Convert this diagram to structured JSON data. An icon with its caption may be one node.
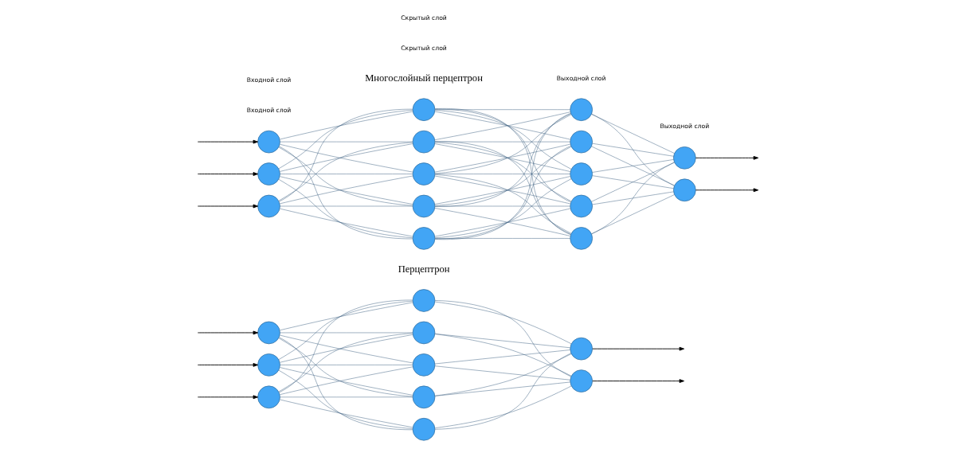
{
  "diagram": {
    "nodes": [
      {
        "text": [],
        "shape": "circle"
      },
      {
        "text": [],
        "shape": "circle"
      },
      {
        "text": [],
        "shape": "circle"
      },
      {
        "text": [],
        "shape": "circle"
      },
      {
        "text": [],
        "shape": "circle"
      },
      {
        "text": [],
        "shape": "circle"
      },
      {
        "text": [],
        "shape": "circle"
      },
      {
        "text": [],
        "shape": "circle"
      },
      {
        "text": [],
        "shape": "circle"
      },
      {
        "text": [],
        "shape": "circle"
      },
      {
        "text": [],
        "shape": "circle"
      },
      {
        "text": [],
        "shape": "circle"
      },
      {
        "text": [],
        "shape": "circle"
      },
      {
        "text": [],
        "shape": "circle"
      },
      {
        "text": [],
        "shape": "circle"
      },
      {
        "text": [],
        "shape": "circle"
      },
      {
        "text": [],
        "shape": "circle"
      },
      {
        "text": [],
        "shape": "circle"
      },
      {
        "text": [],
        "shape": "circle"
      },
      {
        "text": [],
        "shape": "circle"
      },
      {
        "text": [],
        "shape": "circle"
      },
      {
        "text": [],
        "shape": "circle"
      },
      {
        "text": [],
        "shape": "circle"
      },
      {
        "text": [],
        "shape": "circle"
      },
      {
        "text": [],
        "shape": "circle"
      }
    ],
    "edges": [
      {
        "from": null,
        "to": 0,
        "arrow": "to",
        "color": "#000000"
      },
      {
        "from": null,
        "to": 1,
        "arrow": "to",
        "color": "#000000"
      },
      {
        "from": null,
        "to": 2,
        "arrow": "to",
        "color": "#000000"
      },
      {
        "from": 0,
        "to": 3,
        "arrow": "none"
      },
      {
        "from": 0,
        "to": 4,
        "arrow": "none"
      },
      {
        "from": 0,
        "to": 5,
        "arrow": "none"
      },
      {
        "from": 0,
        "to": 6,
        "arrow": "none"
      },
      {
        "from": 0,
        "to": 7,
        "arrow": "none"
      },
      {
        "from": 1,
        "to": 3,
        "arrow": "none"
      },
      {
        "from": 1,
        "to": 4,
        "arrow": "none"
      },
      {
        "from": 1,
        "to": 5,
        "arrow": "none"
      },
      {
        "from": 1,
        "to": 6,
        "arrow": "none"
      },
      {
        "from": 1,
        "to": 7,
        "arrow": "none"
      },
      {
        "from": 2,
        "to": 3,
        "arrow": "none"
      },
      {
        "from": 2,
        "to": 4,
        "arrow": "none"
      },
      {
        "from": 2,
        "to": 5,
        "arrow": "none"
      },
      {
        "from": 2,
        "to": 6,
        "arrow": "none"
      },
      {
        "from": 2,
        "to": 7,
        "arrow": "none"
      },
      {
        "from": 3,
        "to": 8,
        "arrow": "none"
      },
      {
        "from": 3,
        "to": 9,
        "arrow": "none"
      },
      {
        "from": 4,
        "to": 8,
        "arrow": "none"
      },
      {
        "from": 4,
        "to": 9,
        "arrow": "none"
      },
      {
        "from": 5,
        "to": 8,
        "arrow": "none"
      },
      {
        "from": 5,
        "to": 9,
        "arrow": "none"
      },
      {
        "from": 6,
        "to": 8,
        "arrow": "none"
      },
      {
        "from": 6,
        "to": 9,
        "arrow": "none"
      },
      {
        "from": 7,
        "to": 8,
        "arrow": "none"
      },
      {
        "from": 7,
        "to": 9,
        "arrow": "none"
      },
      {
        "from": 8,
        "to": null,
        "arrow": "to",
        "color": "#000000"
      },
      {
        "from": 9,
        "to": null,
        "arrow": "to",
        "color": "#000000"
      },
      {
        "from": null,
        "to": 10,
        "arrow": "to",
        "color": "#000000"
      },
      {
        "from": null,
        "to": 11,
        "arrow": "to",
        "color": "#000000"
      },
      {
        "from": null,
        "to": 12,
        "arrow": "to",
        "color": "#000000"
      },
      {
        "from": 10,
        "to": 13,
        "arrow": "none"
      },
      {
        "from": 10,
        "to": 14,
        "arrow": "none"
      },
      {
        "from": 10,
        "to": 15,
        "arrow": "none"
      },
      {
        "from": 10,
        "to": 16,
        "arrow": "none"
      },
      {
        "from": 10,
        "to": 17,
        "arrow": "none"
      },
      {
        "from": 11,
        "to": 13,
        "arrow": "none"
      },
      {
        "from": 11,
        "to": 14,
        "arrow": "none"
      },
      {
        "from": 11,
        "to": 15,
        "arrow": "none"
      },
      {
        "from": 11,
        "to": 16,
        "arrow": "none"
      },
      {
        "from": 11,
        "to": 17,
        "arrow": "none"
      },
      {
        "from": 12,
        "to": 13,
        "arrow": "none"
      },
      {
        "from": 12,
        "to": 14,
        "arrow": "none"
      },
      {
        "from": 12,
        "to": 15,
        "arrow": "none"
      },
      {
        "from": 12,
        "to": 16,
        "arrow": "none"
      },
      {
        "from": 12,
        "to": 17,
        "arrow": "none"
      },
      {
        "from": 13,
        "to": 18,
        "arrow": "none"
      },
      {
        "from": 13,
        "to": 19,
        "arrow": "none"
      },
      {
        "from": 13,
        "to": 20,
        "arrow": "none"
      },
      {
        "from": 13,
        "to": 21,
        "arrow": "none"
      },
      {
        "from": 13,
        "to": 22,
        "arrow": "none"
      },
      {
        "from": 14,
        "to": 18,
        "arrow": "none"
      },
      {
        "from": 14,
        "to": 19,
        "arrow": "none"
      },
      {
        "from": 14,
        "to": 20,
        "arrow": "none"
      },
      {
        "from": 14,
        "to": 21,
        "arrow": "none"
      },
      {
        "from": 14,
        "to": 22,
        "arrow": "none"
      },
      {
        "from": 15,
        "to": 18,
        "arrow": "none"
      },
      {
        "from": 15,
        "to": 19,
        "arrow": "none"
      },
      {
        "from": 15,
        "to": 20,
        "arrow": "none"
      },
      {
        "from": 15,
        "to": 21,
        "arrow": "none"
      },
      {
        "from": 15,
        "to": 22,
        "arrow": "none"
      },
      {
        "from": 16,
        "to": 18,
        "arrow": "none"
      },
      {
        "from": 16,
        "to": 19,
        "arrow": "none"
      },
      {
        "from": 16,
        "to": 20,
        "arrow": "none"
      },
      {
        "from": 16,
        "to": 21,
        "arrow": "none"
      },
      {
        "from": 16,
        "to": 22,
        "arrow": "none"
      },
      {
        "from": 17,
        "to": 18,
        "arrow": "none"
      },
      {
        "from": 17,
        "to": 19,
        "arrow": "none"
      },
      {
        "from": 17,
        "to": 20,
        "arrow": "none"
      },
      {
        "from": 17,
        "to": 21,
        "arrow": "none"
      },
      {
        "from": 17,
        "to": 22,
        "arrow": "none"
      },
      {
        "from": 18,
        "to": 23,
        "arrow": "none"
      },
      {
        "from": 18,
        "to": 24,
        "arrow": "none"
      },
      {
        "from": 19,
        "to": 23,
        "arrow": "none"
      },
      {
        "from": 19,
        "to": 24,
        "arrow": "none"
      },
      {
        "from": 20,
        "to": 23,
        "arrow": "none"
      },
      {
        "from": 20,
        "to": 24,
        "arrow": "none"
      },
      {
        "from": 21,
        "to": 23,
        "arrow": "none"
      },
      {
        "from": 21,
        "to": 24,
        "arrow": "none"
      },
      {
        "from": 22,
        "to": 23,
        "arrow": "none"
      },
      {
        "from": 22,
        "to": 24,
        "arrow": "none"
      },
      {
        "from": 23,
        "to": null,
        "arrow": "to",
        "color": "#000000"
      },
      {
        "from": 24,
        "to": null,
        "arrow": "to",
        "color": "#000000"
      }
    ],
    "labels": [
      "Перцептрон",
      "Многослойный перцептрон",
      "Входной слой",
      "Скрытый слой",
      "Выходной слой",
      "Входной слой",
      "Скрытый слой",
      "Выходной слой"
    ]
  }
}
